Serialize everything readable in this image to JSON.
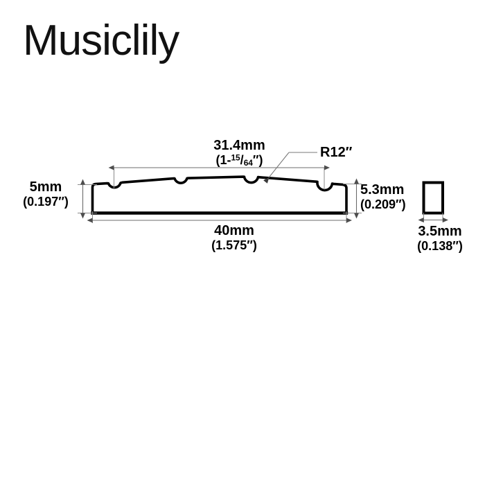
{
  "brand": {
    "name": "Musiclily"
  },
  "drawing": {
    "title": "bass-guitar-nut-dimension-drawing",
    "stroke_color": "#000000",
    "dimension_line_color": "#6b6b6b",
    "background": "#ffffff",
    "views": {
      "front": "front-profile-view",
      "side": "side-profile-view"
    }
  },
  "dimensions": {
    "top_string_spacing": {
      "metric": "31.4mm",
      "imperial_whole": "(1-",
      "imperial_sup": "15",
      "imperial_slash": "/",
      "imperial_sub": "64",
      "imperial_tail": "″)"
    },
    "radius": {
      "label": "R12″"
    },
    "height_left": {
      "metric": "5mm",
      "imperial": "(0.197″)"
    },
    "height_right": {
      "metric": "5.3mm",
      "imperial": "(0.209″)"
    },
    "bottom_width": {
      "metric": "40mm",
      "imperial": "(1.575″)"
    },
    "thickness": {
      "metric": "3.5mm",
      "imperial": "(0.138″)"
    }
  }
}
